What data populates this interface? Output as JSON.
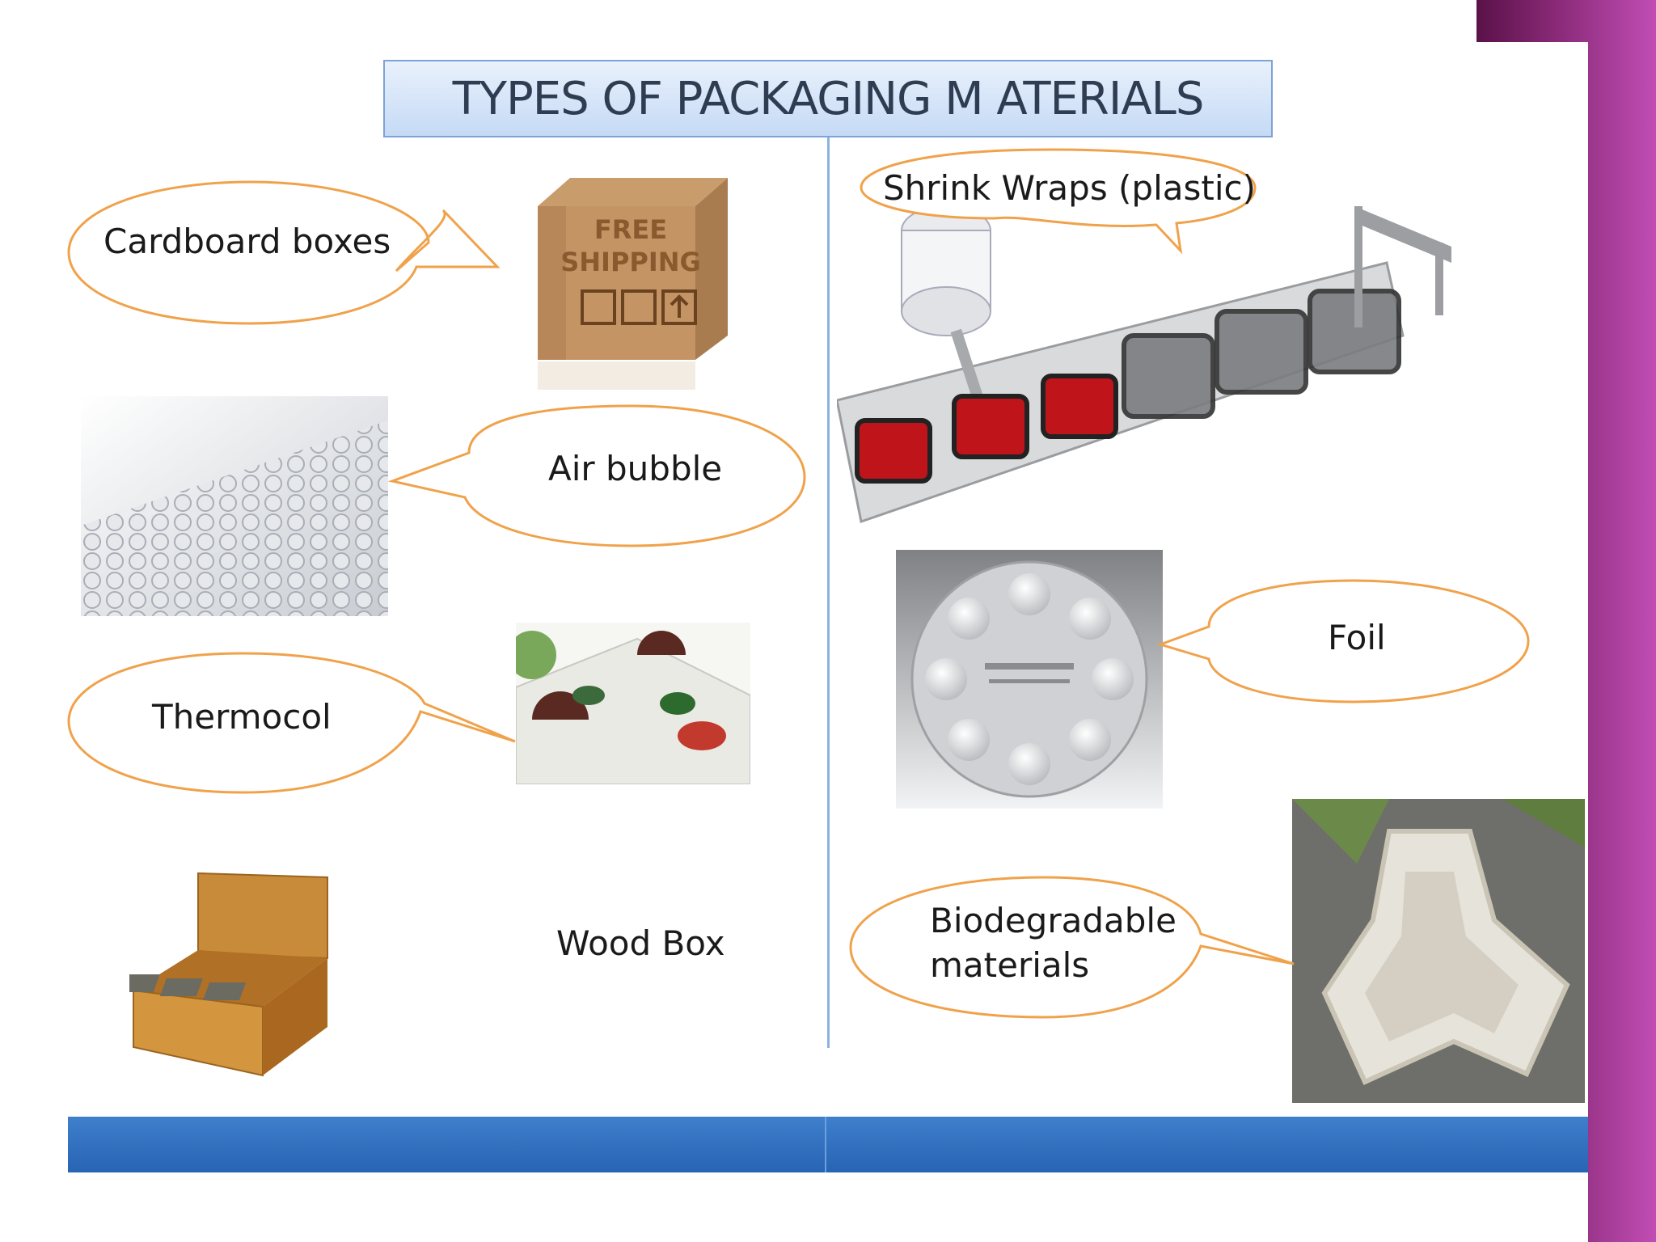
{
  "slide": {
    "title": "TYPES OF PACKAGING M ATERIALS"
  },
  "labels": {
    "cardboard": "Cardboard boxes",
    "air_bubble": "Air bubble",
    "thermocol": "Thermocol",
    "wood_box": "Wood Box",
    "shrink_wraps": "Shrink Wraps (plastic)",
    "foil": "Foil",
    "biodegradable_line1": "Biodegradable",
    "biodegradable_line2": "materials"
  },
  "images": {
    "cardboard_box": {
      "icon": "cardboard-box-icon",
      "text_line1": "FREE",
      "text_line2": "SHIPPING"
    },
    "air_bubble": {
      "icon": "bubble-wrap-icon"
    },
    "thermocol": {
      "icon": "thermocol-icon"
    },
    "wood_box": {
      "icon": "wood-box-icon"
    },
    "shrink_wrap": {
      "icon": "shrink-wrap-machine-icon"
    },
    "foil": {
      "icon": "foil-blister-icon"
    },
    "biodegradable": {
      "icon": "biodegradable-tray-icon"
    }
  },
  "colors": {
    "callout_stroke": "#f0a24b",
    "title_border": "#7fa3d6",
    "footer_bar": "#2f6fbf",
    "side_band": "#8a2a78"
  }
}
